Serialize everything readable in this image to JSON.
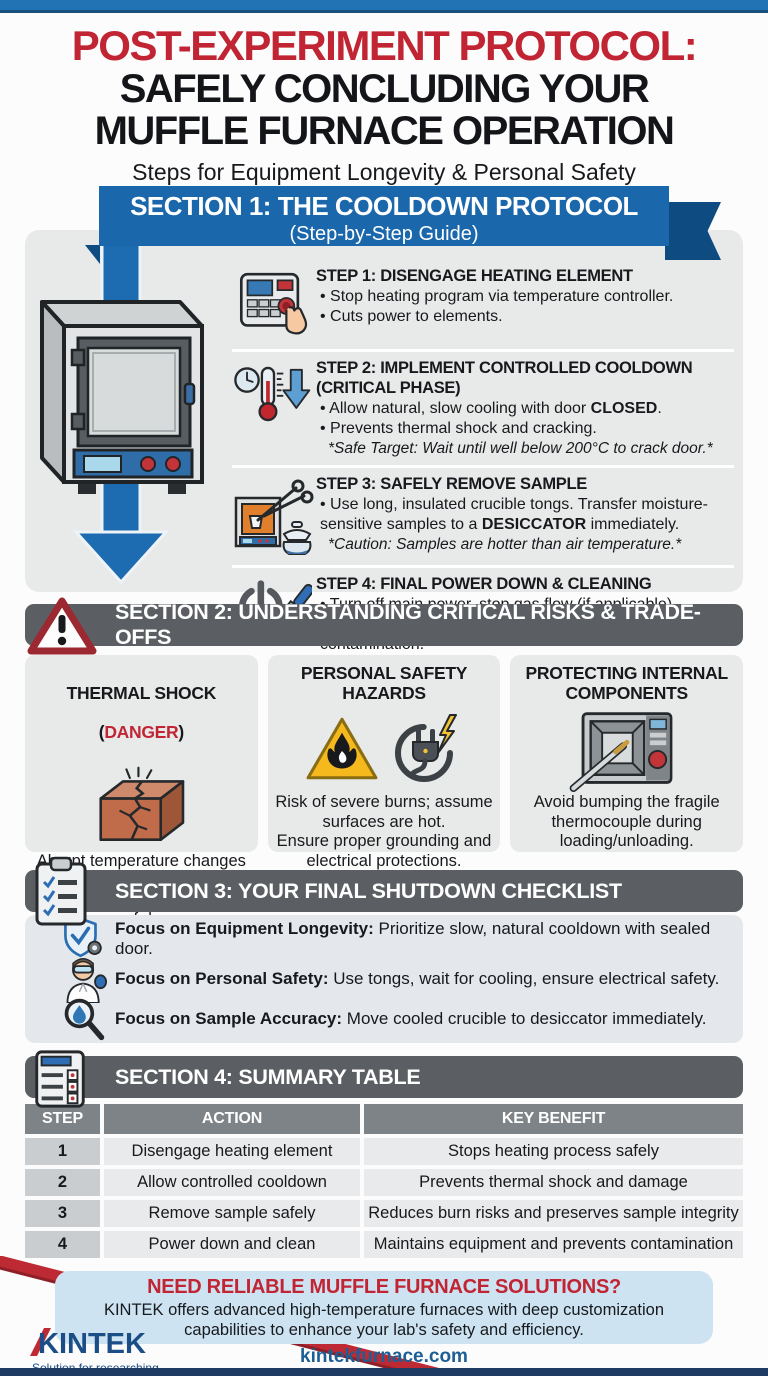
{
  "colors": {
    "accent_red": "#c12433",
    "banner_blue": "#1b67ac",
    "banner_blue_dark": "#0d4b81",
    "section_gray": "#5b5f63",
    "panel_gray": "#e8eaea",
    "footer_blue": "#cde3f2",
    "navy": "#1d3b63",
    "link_blue": "#1d5e95"
  },
  "icons": {
    "step1": "temperature-controller-press-icon",
    "step2": "clock-thermometer-cooldown-icon",
    "step3": "tongs-desiccator-icon",
    "step4": "power-brush-icon",
    "section2": "warning-triangle-icon",
    "card1": "cracked-brick-icon",
    "card2a": "flammable-triangle-icon",
    "card2b": "electrical-plug-icon",
    "card3": "thermocouple-furnace-icon",
    "section3": "clipboard-checklist-icon",
    "check1": "shield-gear-icon",
    "check2": "scientist-icon",
    "check3": "magnifier-droplet-icon",
    "section4": "summary-list-icon"
  },
  "header": {
    "title_red": "POST-EXPERIMENT PROTOCOL:",
    "title_black_1": "SAFELY CONCLUDING YOUR",
    "title_black_2": "MUFFLE FURNACE OPERATION",
    "subtitle": "Steps for Equipment Longevity & Personal Safety"
  },
  "section1": {
    "banner_title": "SECTION 1: THE COOLDOWN PROTOCOL",
    "banner_subtitle": "(Step-by-Step Guide)",
    "steps": [
      {
        "title": "STEP 1: DISENGAGE HEATING ELEMENT",
        "bullets": [
          {
            "pre": "Stop heating program via temperature controller.",
            "bold": "",
            "post": ""
          },
          {
            "pre": "Cuts power to elements.",
            "bold": "",
            "post": ""
          }
        ],
        "note": ""
      },
      {
        "title": "STEP 2: IMPLEMENT CONTROLLED COOLDOWN (CRITICAL PHASE)",
        "bullets": [
          {
            "pre": "Allow natural, slow cooling with door ",
            "bold": "CLOSED",
            "post": "."
          },
          {
            "pre": "Prevents thermal shock and cracking.",
            "bold": "",
            "post": ""
          }
        ],
        "note": "*Safe Target: Wait until well below 200°C to crack door.*"
      },
      {
        "title": "STEP 3: SAFELY REMOVE SAMPLE",
        "bullets": [
          {
            "pre": "Use long, insulated crucible tongs. Transfer moisture-sensitive samples to a ",
            "bold": "DESICCATOR",
            "post": " immediately."
          }
        ],
        "note": "*Caution: Samples are hotter than air temperature.*"
      },
      {
        "title": "STEP 4: FINAL POWER DOWN & CLEANING",
        "bullets": [
          {
            "pre": "Turn off main power, stop gas flow (if applicable).",
            "bold": "",
            "post": ""
          },
          {
            "pre": "Clean chamber of residue to prevent cross-contamination.",
            "bold": "",
            "post": ""
          }
        ],
        "note": ""
      }
    ]
  },
  "section2": {
    "title": "SECTION 2: UNDERSTANDING CRITICAL RISKS & TRADE-OFFS",
    "cards": [
      {
        "title1": "THERMAL SHOCK",
        "title2_pre": "(",
        "title2_danger": "DANGER",
        "title2_post": ")",
        "body": "Abrupt temperature changes\ncause refractory failure.\nOpening hot door is the main\ncause of damage."
      },
      {
        "title": "PERSONAL SAFETY\nHAZARDS",
        "body": "Risk of severe burns; assume\nsurfaces are hot.\nEnsure proper grounding and\nelectrical protections."
      },
      {
        "title": "PROTECTING INTERNAL\nCOMPONENTS",
        "body": "Avoid bumping the fragile\nthermocouple during\nloading/unloading."
      }
    ]
  },
  "section3": {
    "title": "SECTION 3: YOUR FINAL SHUTDOWN CHECKLIST",
    "items": [
      {
        "label": "Focus on Equipment Longevity:",
        "text": " Prioritize slow, natural cooldown with sealed door."
      },
      {
        "label": "Focus on Personal Safety:",
        "text": " Use tongs, wait for cooling, ensure electrical safety."
      },
      {
        "label": "Focus on Sample Accuracy:",
        "text": " Move cooled crucible to desiccator immediately."
      }
    ]
  },
  "section4": {
    "title": "SECTION 4: SUMMARY TABLE",
    "table": {
      "headers": [
        "STEP",
        "ACTION",
        "KEY BENEFIT"
      ],
      "rows": [
        [
          "1",
          "Disengage heating element",
          "Stops heating process safely"
        ],
        [
          "2",
          "Allow controlled cooldown",
          "Prevents thermal shock and damage"
        ],
        [
          "3",
          "Remove sample safely",
          "Reduces burn risks and preserves sample integrity"
        ],
        [
          "4",
          "Power down and clean",
          "Maintains equipment and prevents contamination"
        ]
      ]
    }
  },
  "footer": {
    "cta_title": "NEED RELIABLE MUFFLE FURNACE SOLUTIONS?",
    "cta_body": "KINTEK offers advanced high-temperature furnaces with deep customization\ncapabilities to enhance your lab's safety and efficiency.",
    "logo_text": "KINTEK",
    "logo_tagline": "Solution for researching",
    "website": "kintekfurnace.com"
  }
}
